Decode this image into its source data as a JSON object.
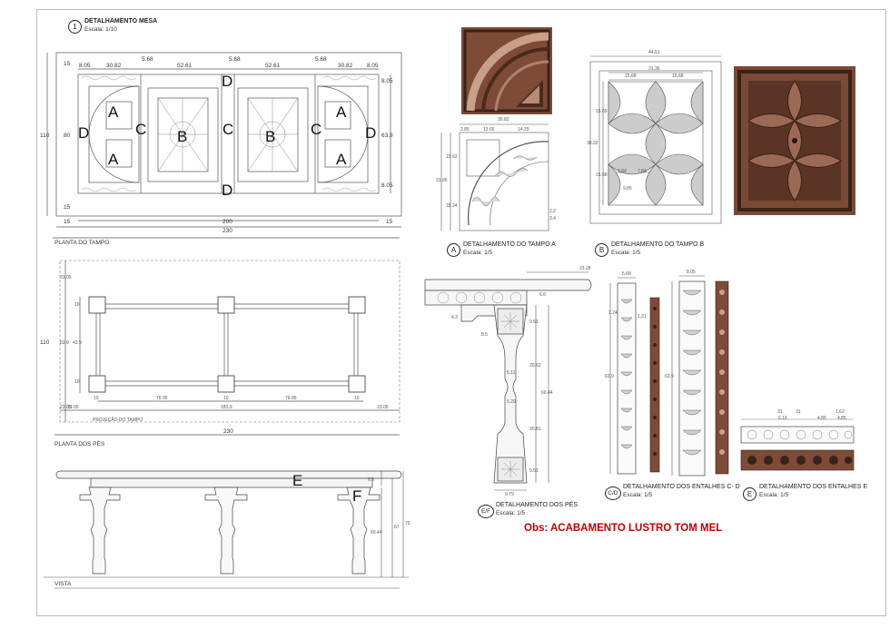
{
  "main_title": {
    "number": "1",
    "name": "DETALHAMENTO MESA",
    "scale": "Escala: 1/10"
  },
  "tampo_plan": {
    "caption": "PLANTA DO TAMPO",
    "top_dims": [
      "8.05",
      "30.82",
      "5.68",
      "52.61",
      "5.68",
      "52.61",
      "5.68",
      "30.82",
      "8.05"
    ],
    "left_dims": [
      "15",
      "80",
      "15"
    ],
    "left_total": "110",
    "right_dims": [
      "8.05",
      "63.9",
      "8.05"
    ],
    "bottom_dims": [
      "15",
      "200",
      "15"
    ],
    "bottom_total": "230",
    "letters": {
      "a": "A",
      "b": "B",
      "c": "C",
      "d": "D"
    }
  },
  "feet_plan": {
    "caption": "PLANTA DOS PÉS",
    "projection_note": "PROJEÇÃO DO TAMPO",
    "left_dims": [
      "23.05",
      "63.9",
      "23.05"
    ],
    "left_total": "110",
    "inner_dims": [
      "10",
      "43.9",
      "10"
    ],
    "bottom_dims": [
      "10",
      "76.95",
      "10",
      "76.95",
      "10"
    ],
    "bottom_total": "183.9",
    "side_offsets": [
      "23.05",
      "23.05"
    ],
    "overall": "230"
  },
  "elevation": {
    "caption": "VISTA",
    "letter_e": "E",
    "letter_f": "F",
    "dims": [
      "6.5",
      "60.44",
      "67",
      "70"
    ]
  },
  "detail_a": {
    "badge": "A",
    "title": "DETALHAMENTO DO TAMPO A",
    "scale": "Escala: 1/5",
    "dims": [
      "30.82",
      "2.85",
      "13.66",
      "14.29",
      "15.63",
      "31.95",
      "15.24",
      "2.2",
      "3.4"
    ]
  },
  "detail_b": {
    "badge": "B",
    "title": "DETALHAMENTO DO TAMPO B",
    "scale": "Escala: 1/5",
    "dims": [
      "44.61",
      "31.36",
      "15.68",
      "15.68",
      "15.69",
      "30.32",
      "15.68",
      "7.84",
      "7.84",
      "9.85"
    ]
  },
  "detail_ef": {
    "badge": "E/F",
    "title": "DETALHAMENTO DOS PÉS",
    "scale": "Escala: 1/5",
    "dims": [
      "23.28",
      "6.6",
      "4.3",
      "9.51",
      "8.5",
      "5.11",
      "20.62",
      "60.44",
      "5.29",
      "20.81",
      "9.51",
      "9.79"
    ]
  },
  "detail_cd": {
    "badge": "C/D",
    "title": "DETALHAMENTO DOS ENTALHES C- D",
    "scale": "Escala: 1/5",
    "dims": [
      "5.68",
      "1.24",
      "1.21",
      "63.9",
      "8.05",
      "63.9"
    ]
  },
  "detail_e": {
    "badge": "E",
    "title": "DETALHAMENTO DOS ENTALHES E",
    "scale": "Escala: 1/5",
    "dims": [
      "31",
      "31",
      "6.16",
      "4.85",
      "1.62",
      "4.85"
    ]
  },
  "obs": "Obs: ACABAMENTO LUSTRO TOM MEL",
  "colors": {
    "wood": "#8a5a44",
    "wood_dark": "#4a2a1c",
    "line": "#555555",
    "note": "#c00000"
  }
}
